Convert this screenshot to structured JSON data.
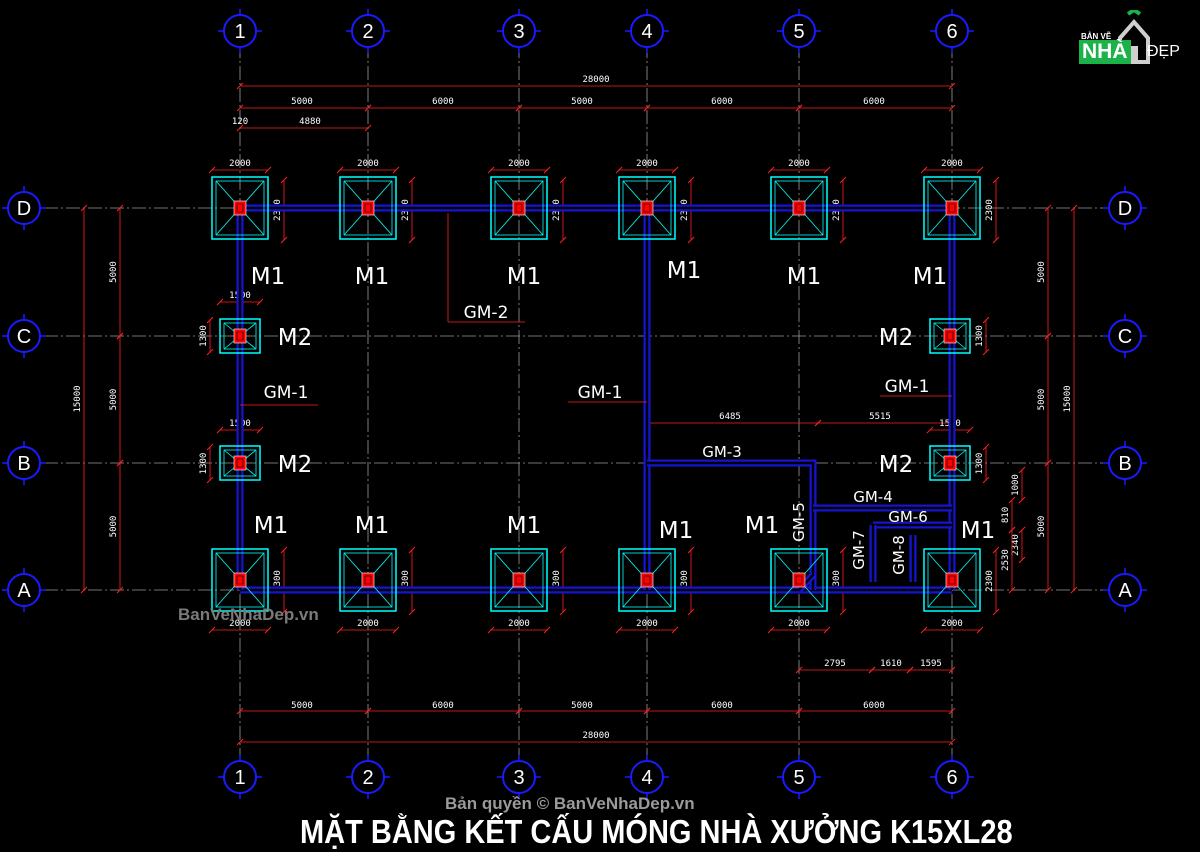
{
  "grid_columns": [
    "1",
    "2",
    "3",
    "4",
    "5",
    "6"
  ],
  "grid_rows": [
    "D",
    "C",
    "B",
    "A"
  ],
  "dims": {
    "overall": "28000",
    "spans": [
      "5000",
      "6000",
      "5000",
      "6000",
      "6000"
    ],
    "top_extra": [
      "120",
      "4880"
    ],
    "left_overall": "15000",
    "left_spans": [
      "5000",
      "5000",
      "5000"
    ],
    "right_overall": "15000",
    "right_spans": [
      "5000",
      "5000",
      "5000"
    ],
    "footing_m1_width": "2000",
    "footing_m1_depth": "2300",
    "footing_m2_width": "1500",
    "footing_m2_depth": "1300",
    "internal_6485": "6485",
    "internal_5515": "5515",
    "bottom_detail": [
      "2795",
      "1610",
      "1595"
    ],
    "right_detail": [
      "1000",
      "810",
      "2340",
      "2530"
    ],
    "b_row_m2_right_width": "1510"
  },
  "labels": {
    "m1": "M1",
    "m2": "M2",
    "gm1": "GM-1",
    "gm2": "GM-2",
    "gm3": "GM-3",
    "gm4": "GM-4",
    "gm5": "GM-5",
    "gm6": "GM-6",
    "gm7": "GM-7",
    "gm8": "GM-8"
  },
  "title": "MẶT BẰNG KẾT CẤU MÓNG NHÀ XƯỞNG K15XL28",
  "copyright": "Bản quyền © BanVeNhaDep.vn",
  "watermark": "BanVeNhaDep.vn",
  "logo": {
    "top": "BẢN VẼ",
    "nha": "NHÀ",
    "dep": "ĐẸP"
  },
  "colors": {
    "background": "#000000",
    "grid_bubble": "#1a1aff",
    "footing": "#00ffff",
    "beam": "#1414d2",
    "column": "#ff0000",
    "dimension": "#ff2020",
    "axis_line": "#9a9a9a"
  }
}
